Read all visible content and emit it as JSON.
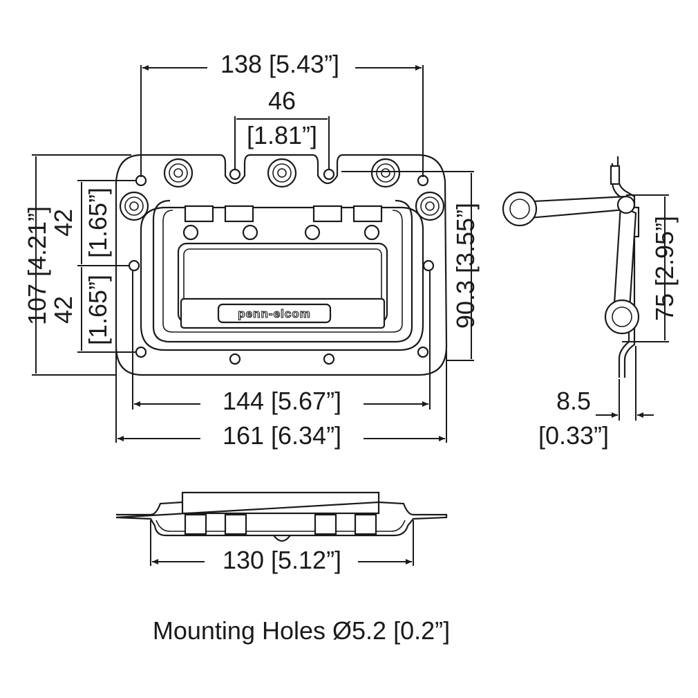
{
  "dimensions": {
    "overall_width_top": "138 [5.43”]",
    "center_spacing_value": "46",
    "center_spacing_inch": "[1.81”]",
    "overall_height": "107 [4.21”]",
    "upper_pitch_mm": "42",
    "upper_pitch_inch": "[1.65”]",
    "lower_pitch_mm": "42",
    "lower_pitch_inch": "[1.65”]",
    "right_height": "90.3 [3.55”]",
    "hole_width": "144 [5.67”]",
    "flange_width": "161 [6.34”]",
    "side_height": "75 [2.95”]",
    "depth_value": "8.5",
    "depth_inch": "[0.33”]",
    "recess_width": "130 [5.12”]"
  },
  "logo_text": "penn-elcom",
  "note": "Mounting Holes Ø5.2 [0.2”]"
}
